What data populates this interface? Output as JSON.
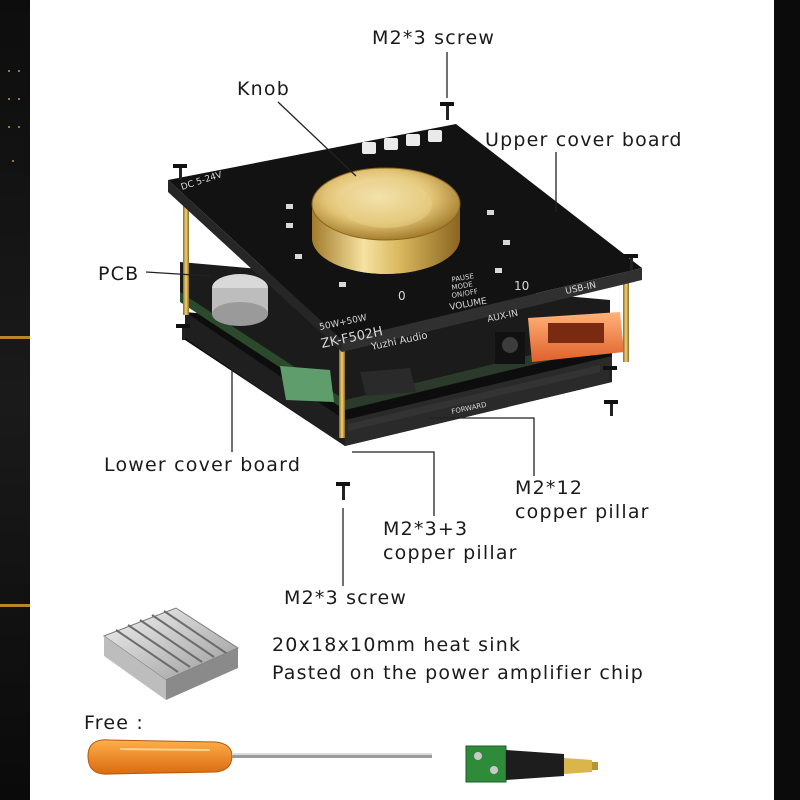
{
  "labels": {
    "screw_top": "M2*3 screw",
    "knob": "Knob",
    "upper_cover": "Upper cover board",
    "pcb": "PCB",
    "lower_cover": "Lower cover board",
    "pillar_12": "M2*12",
    "pillar_12_desc": "copper pillar",
    "pillar_3_3": "M2*3+3",
    "pillar_3_3_desc": "copper pillar",
    "screw_bottom": "M2*3 screw",
    "heatsink_line1": "20x18x10mm heat sink",
    "heatsink_line2": "Pasted on the power amplifier chip",
    "free": "Free :"
  },
  "board_text": {
    "model": "ZK-F502H",
    "power": "50W+50W",
    "brand": "Yuzhi Audio",
    "volume": "VOLUME",
    "pause": "PAUSE",
    "mode": "MODE",
    "onoff": "ON/OFF",
    "aux_in": "AUX-IN",
    "usb_in": "USB-IN",
    "dc": "DC 5-24V",
    "forward": "FORWARD",
    "scale_min": "0",
    "scale_max": "10"
  },
  "colors": {
    "board": "#121212",
    "gold": "#d6b25a",
    "pillar": "#c9a23a",
    "handle": "#f08a1e",
    "connector": "#2e8b3a"
  }
}
